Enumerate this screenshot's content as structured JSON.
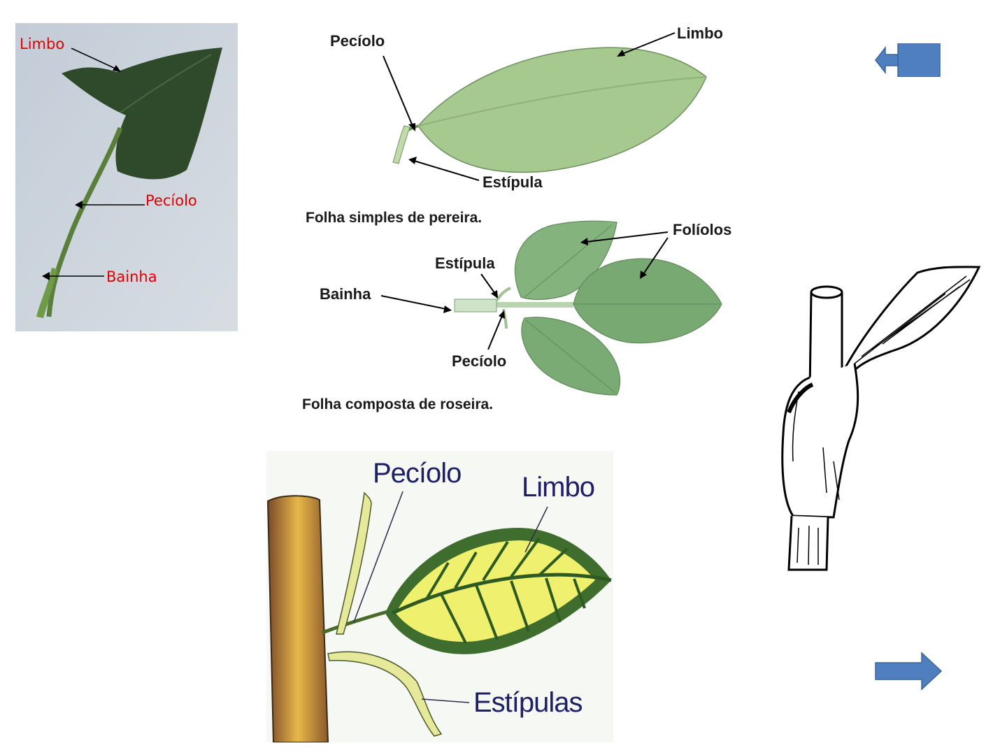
{
  "photo_panel": {
    "labels": {
      "limbo": "Limbo",
      "peciolo": "Pecíolo",
      "bainha": "Bainha"
    }
  },
  "line_diagram": {
    "simple_leaf": {
      "peciolo": "Pecíolo",
      "limbo": "Limbo",
      "estipula": "Estípula",
      "caption": "Folha simples de pereira."
    },
    "compound_leaf": {
      "foliolos": "Folíolos",
      "estipula": "Estípula",
      "bainha": "Bainha",
      "peciolo": "Pecíolo",
      "caption": "Folha composta de roseira."
    }
  },
  "color_diagram": {
    "labels": {
      "peciolo": "Pecíolo",
      "limbo": "Limbo",
      "estipulas": "Estípulas"
    }
  },
  "navigation": {
    "back_icon": "arrow-left-icon",
    "forward_icon": "arrow-right-icon",
    "color": "#4f7fbf"
  }
}
